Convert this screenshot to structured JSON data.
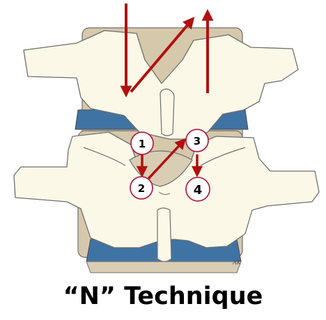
{
  "caption": "“N” Technique",
  "steps": [
    "1",
    "2",
    "3",
    "4"
  ],
  "signature": "AK",
  "colors": {
    "bone": "#fbf8e7",
    "bone_outline": "#6f6f6f",
    "disc": "#3f73a4",
    "shadow": "#cdbfa3",
    "arrow": "#b11010",
    "step_ring": "#b0264c",
    "step_fill": "#ffffff"
  },
  "icons": {
    "down_arrow": "arrow-down-icon",
    "up_arrow": "arrow-up-icon",
    "diagonal_arrow": "arrow-up-right-icon"
  }
}
